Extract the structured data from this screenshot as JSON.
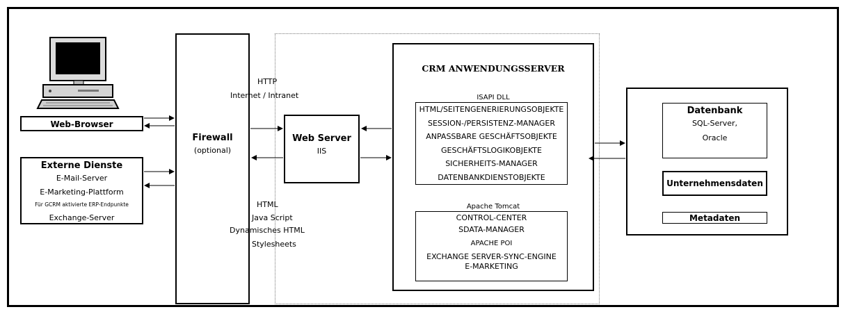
{
  "firewall": {
    "title": "Firewall",
    "subtitle": "(optional)"
  },
  "web_browser": {
    "label": "Web-Browser"
  },
  "external": {
    "title": "Externe Dienste",
    "items": [
      "E-Mail-Server",
      "E-Marketing-Plattform",
      "Für GCRM aktivierte ERP-Endpunkte",
      "Exchange-Server"
    ]
  },
  "http": {
    "line1": "HTTP",
    "line2": "Internet / Intranet"
  },
  "html_labels": {
    "line1": "HTML",
    "line2": "Java Script",
    "line3": "Dynamisches HTML",
    "line4": "Stylesheets"
  },
  "web_server": {
    "title": "Web Server",
    "subtitle": "IIS"
  },
  "crm": {
    "title": "CRM ANWENDUNGSSERVER",
    "isapi_label": "ISAPI DLL",
    "isapi_items": [
      "HTML/SEITENGENERIERUNGSOBJEKTE",
      "SESSION-/PERSISTENZ-MANAGER",
      "ANPASSBARE GESCHÄFTSOBJEKTE",
      "GESCHÄFTSLOGIKOBJEKTE",
      "SICHERHEITS-MANAGER",
      "DATENBANKDIENSTOBJEKTE"
    ],
    "tomcat_label": "Apache Tomcat",
    "tomcat_items": [
      "CONTROL-CENTER",
      "SDATA-MANAGER",
      "APACHE POI",
      "EXCHANGE SERVER-SYNC-ENGINE",
      "E-MARKETING"
    ]
  },
  "database": {
    "title": "Datenbank",
    "line1": "SQL-Server,",
    "line2": "Oracle",
    "company_data": "Unternehmensdaten",
    "metadata": "Metadaten"
  }
}
